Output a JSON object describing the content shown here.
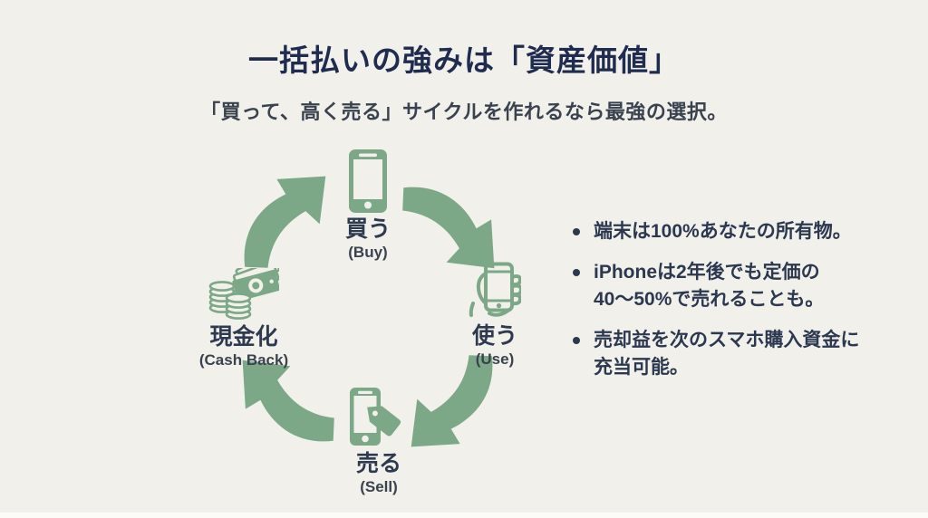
{
  "slide": {
    "title": "一括払いの強みは「資産価値」",
    "subtitle": "「買って、高く売る」サイクルを作れるなら最強の選択。"
  },
  "cycle": {
    "steps": [
      {
        "jp": "買う",
        "en": "(Buy)",
        "icon": "smartphone-icon"
      },
      {
        "jp": "使う",
        "en": "(Use)",
        "icon": "hand-holding-phone-icon"
      },
      {
        "jp": "売る",
        "en": "(Sell)",
        "icon": "phone-price-tag-icon"
      },
      {
        "jp": "現金化",
        "en": "(Cash Back)",
        "icon": "cash-coins-banknotes-icon"
      }
    ],
    "arrows": [
      "cash-to-buy",
      "buy-to-use",
      "use-to-sell",
      "sell-to-cash"
    ]
  },
  "bullets": {
    "items": [
      "端末は100%あなたの所有物。",
      "iPhoneは2年後でも定価の\n40〜50%で売れることも。",
      "売却益を次のスマホ購入資金に\n充当可能。"
    ]
  },
  "colors": {
    "background": "#f1f0ea",
    "accent_green": "#7ca887",
    "title_navy": "#1f2c4f",
    "text_dark": "#2c3850"
  }
}
